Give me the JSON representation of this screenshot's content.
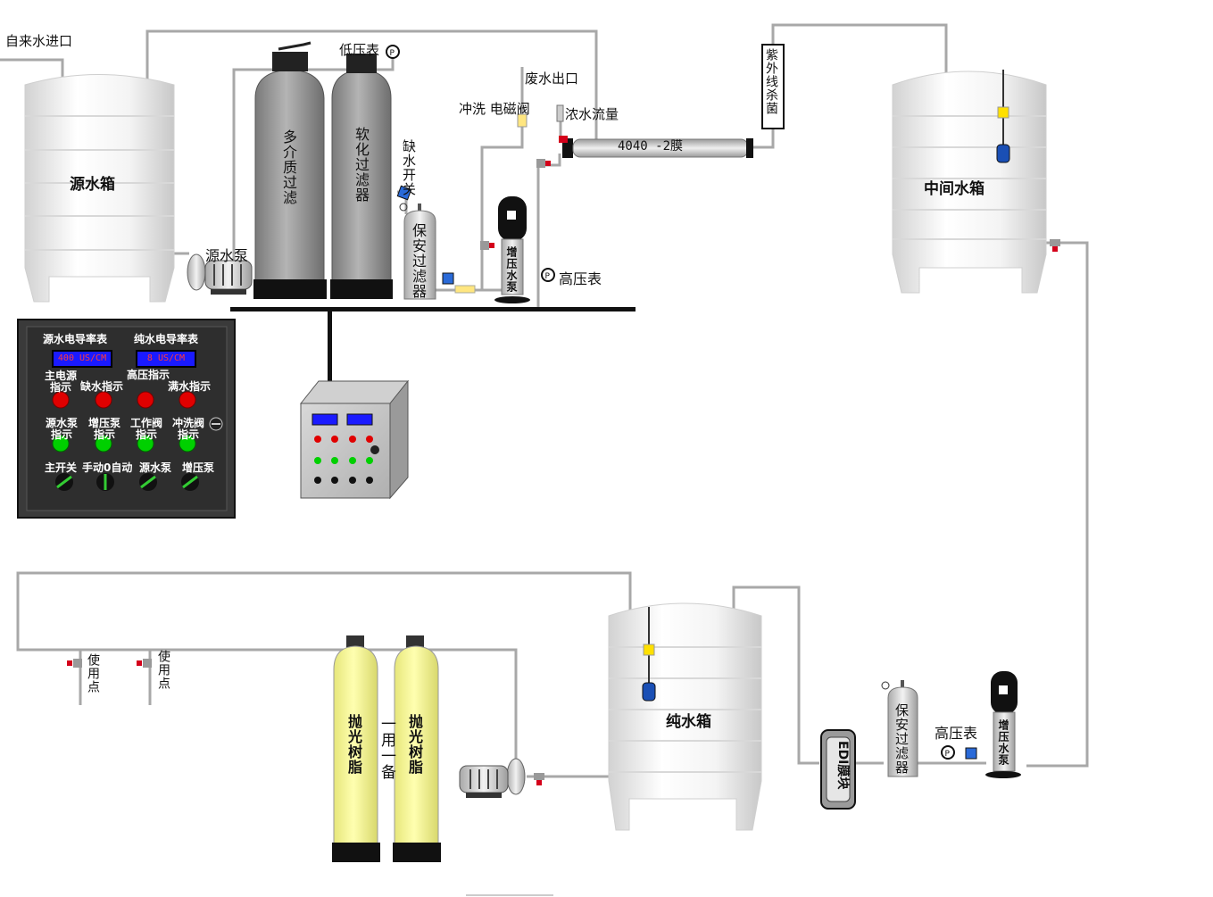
{
  "labels": {
    "tap_water_inlet": "自来水进口",
    "low_pressure_gauge": "低压表",
    "waste_water_outlet": "废水出口",
    "flush_solenoid_valve": "冲洗 电磁阀",
    "concentrate_flow": "浓水流量",
    "water_shortage_switch": "缺水开关",
    "membrane": "4040 -2膜",
    "uv_sterilizer": "紫外线杀菌",
    "source_tank": "源水箱",
    "source_pump": "源水泵",
    "multi_media_filter": "多介质过滤",
    "softener_filter": "软化过滤器",
    "security_filter_1": "保安过滤器",
    "booster_pump_1": "增压水泵",
    "high_pressure_gauge_1": "高压表",
    "intermediate_tank": "中间水箱",
    "use_point_1": "使用点",
    "use_point_2": "使用点",
    "polishing_resin_1": "抛光树脂",
    "polishing_resin_2": "抛光树脂",
    "one_use_one_standby": "一用一备",
    "pure_water_tank": "纯水箱",
    "edi_module": "EDI膜块",
    "security_filter_2": "保安过滤器",
    "high_pressure_gauge_2": "高压表",
    "booster_pump_2": "增压水泵"
  },
  "panel": {
    "source_conductivity_label": "源水电导率表",
    "pure_conductivity_label": "纯水电导率表",
    "source_conductivity_value": "400 US/CM",
    "pure_conductivity_value": "8 US/CM",
    "main_power_indicator": "主电源指示",
    "shortage_indicator": "缺水指示",
    "high_pressure_indicator": "高压指示",
    "full_water_indicator": "满水指示",
    "source_pump_indicator": "源水泵指示",
    "booster_pump_indicator": "增压泵指示",
    "work_valve_indicator": "工作阀指示",
    "flush_valve_indicator": "冲洗阀指示",
    "main_switch": "主开关",
    "manual_auto": "手动0自动",
    "source_pump_switch": "源水泵",
    "booster_pump_switch": "增压泵"
  },
  "colors": {
    "pipe": "#a8a8a8",
    "filter_vessel": "#909090",
    "resin_vessel": "#ffff99",
    "panel_bg": "#3a3a3a",
    "indicator_red": "#e00000",
    "indicator_green": "#00d000",
    "lcd_bg": "#1a1aff",
    "valve_red": "#d4001a",
    "float_blue": "#1a4fb5",
    "float_yellow": "#ffe000"
  },
  "icons": [
    "pressure-gauge-icon",
    "valve-icon",
    "pump-icon",
    "float-switch-icon",
    "selector-switch-icon"
  ]
}
